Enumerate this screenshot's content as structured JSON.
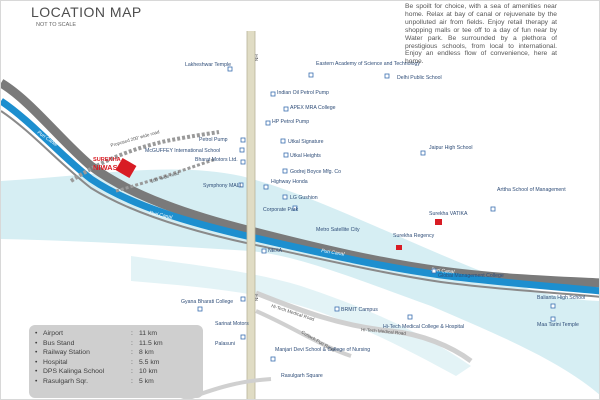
{
  "header": {
    "title": "LOCATION MAP",
    "subtitle": "NOT TO SCALE",
    "blurb": "Be spoilt for choice, with a sea of amenities near home. Relax at bay of canal or rejuvenate by the unpolluted air from fields. Enjoy retail therapy at shopping malls or tee off to a day of fun near by Water park. Be surrounded by a plethora of prestigious schools, from local to international. Enjoy an endless flow of convenience, here at home."
  },
  "colors": {
    "canal": "#1d8fcf",
    "river": "#d6eef3",
    "road": "#7a7a7a",
    "highlight": "#d81c24",
    "label": "#2f4d78",
    "panel": "#cfcfcf"
  },
  "map": {
    "roads": {
      "nh": "NH",
      "ring_road": "Proposed 200' wide road",
      "wide_road": "100' wide road",
      "puri_canal": "Puri Canal",
      "hi_tech_road": "Hi-Tech Medical Road",
      "cuttack_puri_road": "Cuttack-Puri Road"
    },
    "landmarks": {
      "lakheshwar": "Lakheshwar Temple",
      "eastern_academy": "Eastern Academy of Science and Technology",
      "dps": "Delhi Public School",
      "indian_oil": "Indian Oil Petrol Pump",
      "apex": "APEX MRA College",
      "hp": "HP Petrol Pump",
      "petrol": "Petrol Pump",
      "utkal_sig": "Utkal Signature",
      "mcguffey": "McGUFFEY International School",
      "bharat": "Bharat Motors Ltd.",
      "utkal_heights": "Utkal Heights",
      "jaipur_high": "Jaipur High School",
      "godrej": "Godrej Boyce Mfg. Co",
      "symphony": "Symphony MALL",
      "highway_honda": "Highway Honda",
      "lg": "LG Gushion",
      "corporate": "Corporate Park",
      "arttha": "Arttha School of Management",
      "sureka_vatika": "Surekha VATIKA",
      "metro": "Metro Satellite City",
      "sureka_regency": "Surekha Regency",
      "nexa": "NEXA",
      "global": "Global Management College",
      "gyana": "Gyana Bharati College",
      "sarinat": "Sarinat Motors",
      "brmit": "BRMIT Campus",
      "hitech_college": "Hi-Tech Medical College & Hospital",
      "palasuni": "Palasuni",
      "manjari": "Manjari Devi School & College of Nursing",
      "rasulgarh_sq": "Rasulgarh Square",
      "balianta": "Balianta High School",
      "maa_tarini": "Maa Tarini Temple"
    },
    "project": {
      "name": "SUREKHA",
      "brand": "NIWAS"
    }
  },
  "distances": [
    {
      "place": "Airport",
      "value": "11 km"
    },
    {
      "place": "Bus Stand",
      "value": "11.5 km"
    },
    {
      "place": "Railway Station",
      "value": "8 km"
    },
    {
      "place": "Hospital",
      "value": "5.5 km"
    },
    {
      "place": "DPS Kalinga School",
      "value": "10 km"
    },
    {
      "place": "Rasulgarh Sqr.",
      "value": "5 km"
    }
  ]
}
